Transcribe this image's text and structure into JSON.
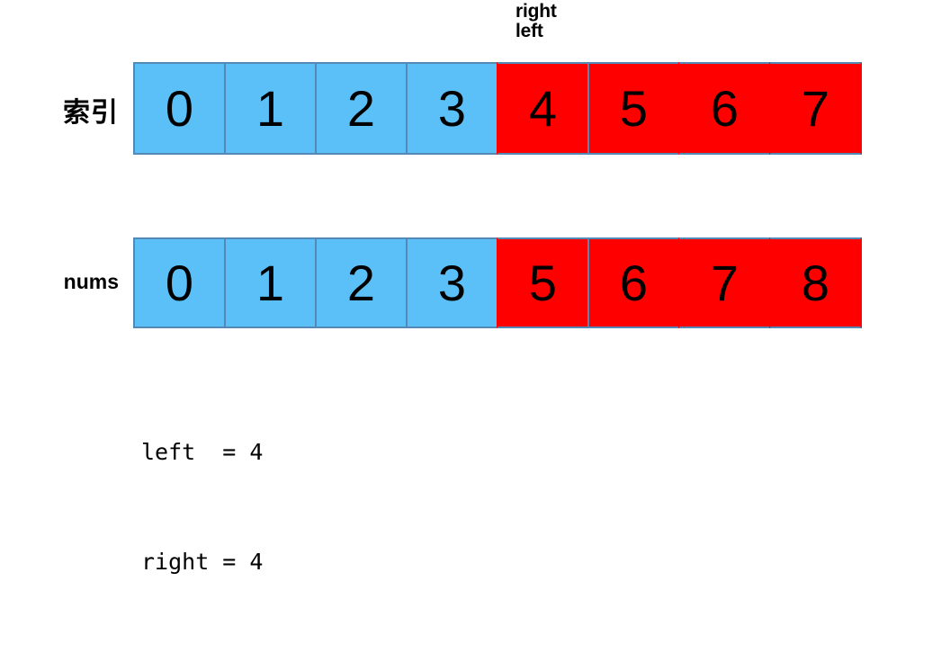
{
  "diagram": {
    "title_pointers": {
      "right": "right",
      "left": "left"
    },
    "rows": [
      {
        "label": "索引",
        "label_kind": "cjk",
        "cells": [
          {
            "value": "0",
            "color": "blue",
            "outlined": false
          },
          {
            "value": "1",
            "color": "blue",
            "outlined": false
          },
          {
            "value": "2",
            "color": "blue",
            "outlined": false
          },
          {
            "value": "3",
            "color": "blue",
            "outlined": false
          },
          {
            "value": "4",
            "color": "red",
            "outlined": false
          },
          {
            "value": "5",
            "color": "red",
            "outlined": true
          },
          {
            "value": "6",
            "color": "red",
            "outlined": false
          },
          {
            "value": "7",
            "color": "red",
            "outlined": false
          }
        ]
      },
      {
        "label": "nums",
        "label_kind": "latin",
        "cells": [
          {
            "value": "0",
            "color": "blue",
            "outlined": false
          },
          {
            "value": "1",
            "color": "blue",
            "outlined": false
          },
          {
            "value": "2",
            "color": "blue",
            "outlined": false
          },
          {
            "value": "3",
            "color": "blue",
            "outlined": false
          },
          {
            "value": "5",
            "color": "red",
            "outlined": false
          },
          {
            "value": "6",
            "color": "red",
            "outlined": true
          },
          {
            "value": "7",
            "color": "red",
            "outlined": false
          },
          {
            "value": "8",
            "color": "red",
            "outlined": false
          }
        ]
      }
    ],
    "variables": [
      {
        "text": "left  = 4"
      },
      {
        "text": "right = 4"
      }
    ],
    "colors": {
      "blue_fill": "#5bc0f8",
      "red_fill": "#ff0000",
      "cell_border": "#5389b4",
      "text": "#000000",
      "background": "#ffffff"
    }
  }
}
